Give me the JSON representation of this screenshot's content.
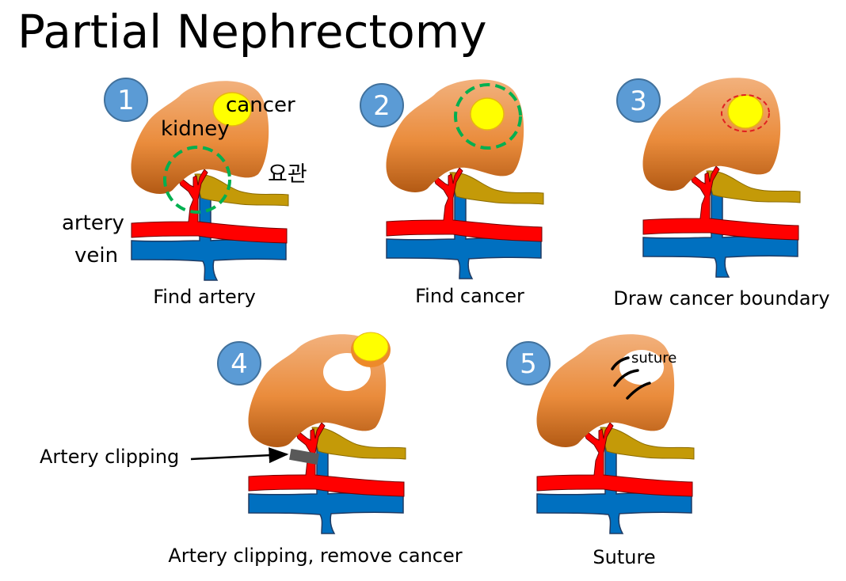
{
  "title": "Partial Nephrectomy",
  "colors": {
    "kidney_top": "#f2b17d",
    "kidney_bottom": "#b35a14",
    "cancer_fill": "#ffff00",
    "cancer_edge": "#e8b810",
    "artery": "#ff0000",
    "vein": "#0070c0",
    "ureter": "#c49a08",
    "step_circle": "#5b9bd5",
    "step_circle_edge": "#41719c",
    "dashed_green": "#00b050",
    "boundary_red": "#e02020",
    "clip": "#595959",
    "suture": "#000000"
  },
  "steps": [
    {
      "number": "1",
      "caption": "Find artery",
      "labels": {
        "cancer": "cancer",
        "kidney": "kidney",
        "ureter": "요관",
        "artery": "artery",
        "vein": "vein"
      }
    },
    {
      "number": "2",
      "caption": "Find cancer"
    },
    {
      "number": "3",
      "caption": "Draw cancer boundary"
    },
    {
      "number": "4",
      "caption": "Artery clipping, remove cancer",
      "labels": {
        "clip": "Artery clipping"
      }
    },
    {
      "number": "5",
      "caption": "Suture",
      "labels": {
        "suture": "suture"
      }
    }
  ]
}
